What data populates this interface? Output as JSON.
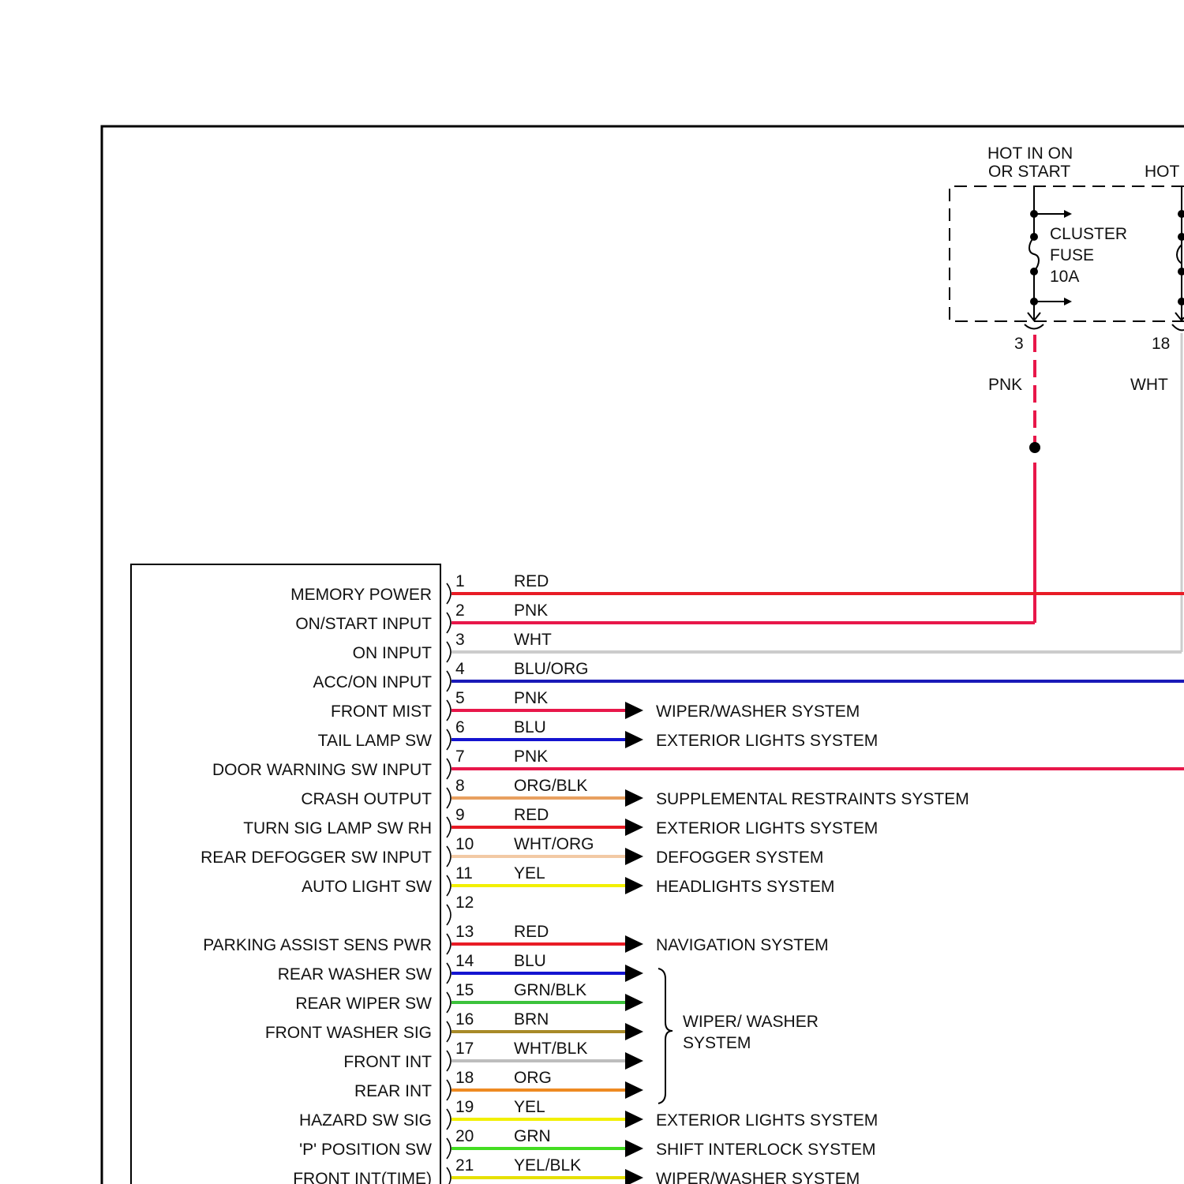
{
  "fuse_block": {
    "label_left_line1": "HOT IN ON",
    "label_left_line2": "OR START",
    "label_right": "HOT",
    "fuse_line1": "CLUSTER",
    "fuse_line2": "FUSE",
    "fuse_line3": "10A",
    "pin_left": "3",
    "pin_right": "18",
    "wire_left_color_name": "PNK",
    "wire_right_color_name": "WHT",
    "wire_left_color": "#e8174a",
    "wire_right_color": "#cccccc"
  },
  "pins": [
    {
      "num": "1",
      "label": "MEMORY POWER",
      "wire": "RED",
      "color": "#e81c25",
      "dest": "",
      "kind": "through"
    },
    {
      "num": "2",
      "label": "ON/START INPUT",
      "wire": "PNK",
      "color": "#e8174a",
      "dest": "",
      "kind": "to_fuse"
    },
    {
      "num": "3",
      "label": "ON INPUT",
      "wire": "WHT",
      "color": "#cccccc",
      "dest": "",
      "kind": "to_hot"
    },
    {
      "num": "4",
      "label": "ACC/ON INPUT",
      "wire": "BLU/ORG",
      "color": "#1a1ab8",
      "dest": "",
      "kind": "through"
    },
    {
      "num": "5",
      "label": "FRONT MIST",
      "wire": "PNK",
      "color": "#e8174a",
      "dest": "WIPER/WASHER SYSTEM",
      "kind": "arrow"
    },
    {
      "num": "6",
      "label": "TAIL LAMP SW",
      "wire": "BLU",
      "color": "#1414d0",
      "dest": "EXTERIOR LIGHTS SYSTEM",
      "kind": "arrow"
    },
    {
      "num": "7",
      "label": "DOOR WARNING SW INPUT",
      "wire": "PNK",
      "color": "#e8174a",
      "dest": "",
      "kind": "through"
    },
    {
      "num": "8",
      "label": "CRASH OUTPUT",
      "wire": "ORG/BLK",
      "color": "#e8a060",
      "dest": "SUPPLEMENTAL RESTRAINTS SYSTEM",
      "kind": "arrow"
    },
    {
      "num": "9",
      "label": "TURN SIG LAMP SW RH",
      "wire": "RED",
      "color": "#e81c25",
      "dest": "EXTERIOR LIGHTS SYSTEM",
      "kind": "arrow"
    },
    {
      "num": "10",
      "label": "REAR DEFOGGER SW INPUT",
      "wire": "WHT/ORG",
      "color": "#f2c9a4",
      "dest": "DEFOGGER SYSTEM",
      "kind": "arrow"
    },
    {
      "num": "11",
      "label": "AUTO LIGHT SW",
      "wire": "YEL",
      "color": "#f2f000",
      "dest": "HEADLIGHTS SYSTEM",
      "kind": "arrow"
    },
    {
      "num": "12",
      "label": "",
      "wire": "",
      "color": "",
      "dest": "",
      "kind": "empty"
    },
    {
      "num": "13",
      "label": "PARKING ASSIST SENS PWR",
      "wire": "RED",
      "color": "#e81c25",
      "dest": "NAVIGATION SYSTEM",
      "kind": "arrow"
    },
    {
      "num": "14",
      "label": "REAR WASHER SW",
      "wire": "BLU",
      "color": "#1414d0",
      "dest": "",
      "kind": "arrow"
    },
    {
      "num": "15",
      "label": "REAR WIPER SW",
      "wire": "GRN/BLK",
      "color": "#3cc23c",
      "dest": "",
      "kind": "arrow"
    },
    {
      "num": "16",
      "label": "FRONT WASHER SIG",
      "wire": "BRN",
      "color": "#a88a28",
      "dest": "",
      "kind": "arrow"
    },
    {
      "num": "17",
      "label": "FRONT INT",
      "wire": "WHT/BLK",
      "color": "#bdbdbd",
      "dest": "",
      "kind": "arrow"
    },
    {
      "num": "18",
      "label": "REAR INT",
      "wire": "ORG",
      "color": "#ee8a22",
      "dest": "",
      "kind": "arrow"
    },
    {
      "num": "19",
      "label": "HAZARD SW SIG",
      "wire": "YEL",
      "color": "#f2f000",
      "dest": "EXTERIOR LIGHTS SYSTEM",
      "kind": "arrow"
    },
    {
      "num": "20",
      "label": "'P' POSITION SW",
      "wire": "GRN",
      "color": "#44dd22",
      "dest": "SHIFT INTERLOCK SYSTEM",
      "kind": "arrow"
    },
    {
      "num": "21",
      "label": "FRONT INT(TIME)",
      "wire": "YEL/BLK",
      "color": "#e6e000",
      "dest": "WIPER/WASHER SYSTEM",
      "kind": "arrow"
    }
  ],
  "group_label_line1": "WIPER/ WASHER",
  "group_label_line2": "SYSTEM"
}
